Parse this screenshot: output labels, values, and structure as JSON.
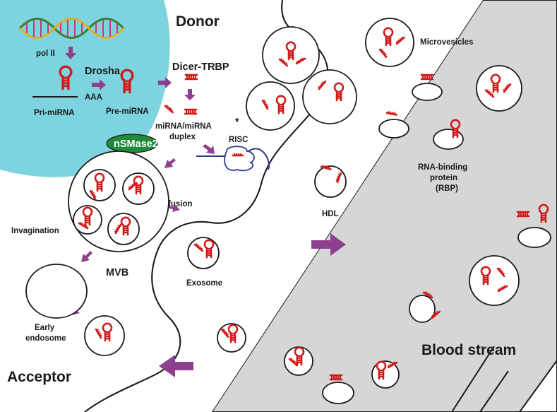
{
  "labels": {
    "donor": "Donor",
    "acceptor": "Acceptor",
    "blood_stream": "Blood stream",
    "pol_ii": "pol II",
    "drosha": "Drosha",
    "aaa": "AAA",
    "pri_mirna": "Pri-miRNA",
    "pre_mirna": "Pre-miRNA",
    "dicer_trbp": "Dicer-TRBP",
    "duplex_line1": "miRNA/miRNA",
    "duplex_line2": "duplex",
    "nsmase2": "nSMase2",
    "risc": "RISC",
    "star": "*",
    "fusion": "fusion",
    "invagination": "Invagination",
    "mvb": "MVB",
    "exosome": "Exosome",
    "early_endosome_line1": "Early",
    "early_endosome_line2": "endosome",
    "microvesicles": "Microvesicles",
    "hdl": "HDL",
    "rbp_line1": "RNA-binding",
    "rbp_line2": "protein",
    "rbp_line3": "(RBP)"
  },
  "colors": {
    "nucleus": "#7dd3e0",
    "mirna": "#d11a1a",
    "arrow": "#8e3f8e",
    "nsmase2": "#1f8a3a",
    "blood_vessel": "#d6d6d6",
    "membrane": "#1a1a1a"
  },
  "icons": {
    "dna": "dna-double-helix-icon",
    "hairpin": "mirna-hairpin-icon",
    "duplex": "mirna-duplex-icon"
  }
}
